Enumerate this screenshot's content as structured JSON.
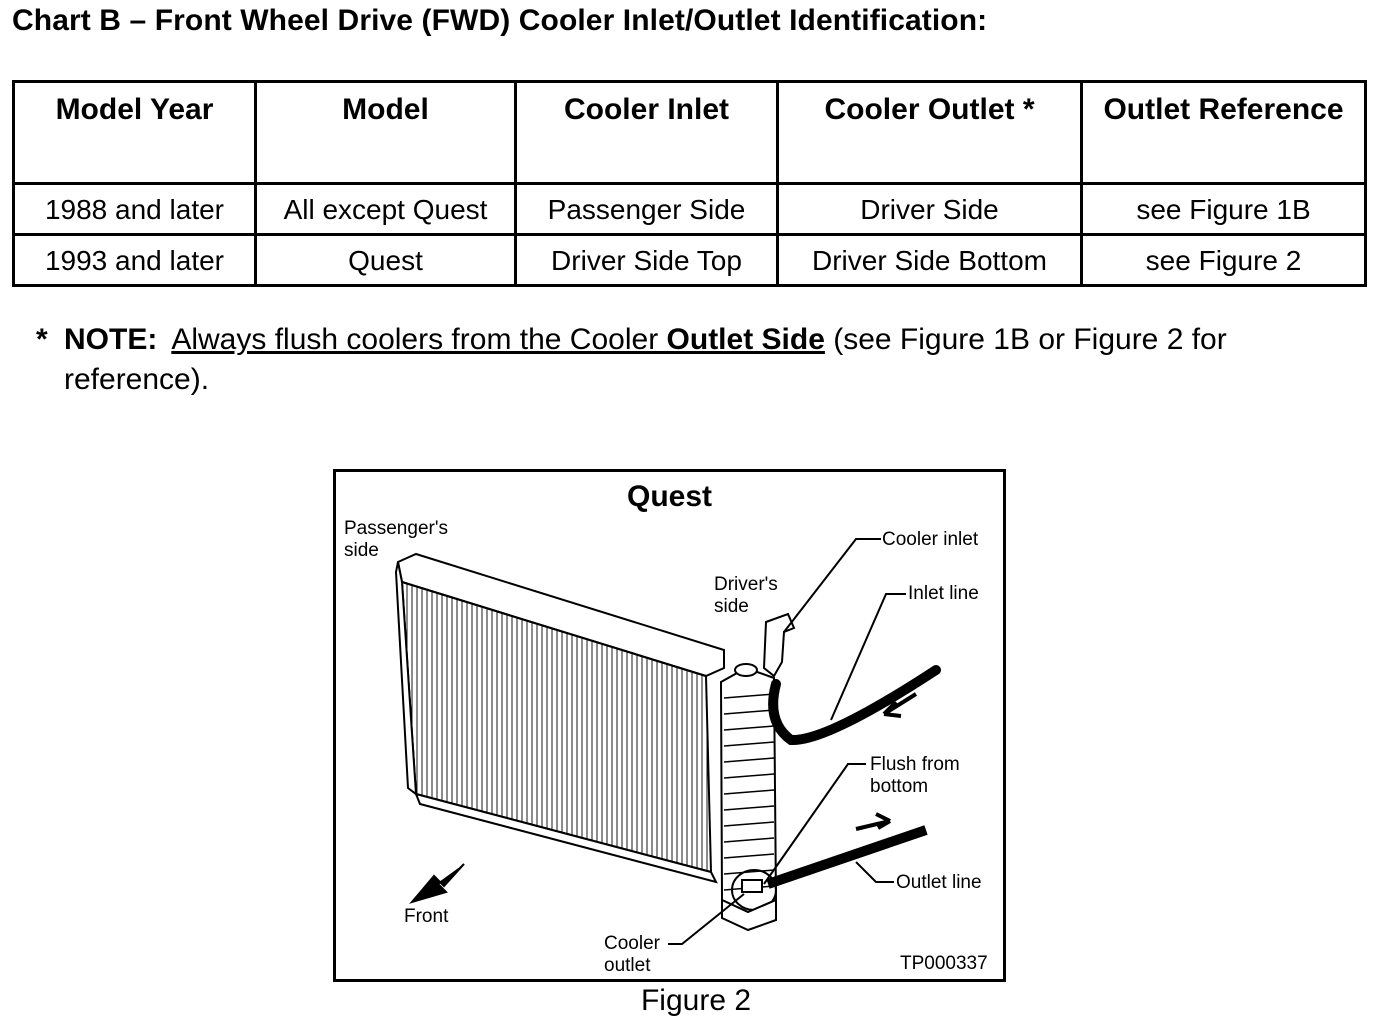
{
  "chart_title": "Chart B – Front Wheel Drive (FWD) Cooler Inlet/Outlet Identification:",
  "table": {
    "headers": [
      "Model Year",
      "Model",
      "Cooler Inlet",
      "Cooler Outlet *",
      "Outlet Reference"
    ],
    "rows": [
      [
        "1988 and later",
        "All except Quest",
        "Passenger Side",
        "Driver Side",
        "see Figure 1B"
      ],
      [
        "1993 and later",
        "Quest",
        "Driver Side Top",
        "Driver Side Bottom",
        "see Figure 2"
      ]
    ]
  },
  "note": {
    "star": "*",
    "lead": "NOTE:",
    "underlined_text": "Always flush coolers from the Cooler ",
    "underlined_bold": "Outlet Side",
    "trailing": " (see Figure 1B or Figure 2 for reference)."
  },
  "figure": {
    "title": "Quest",
    "labels": {
      "passenger_side": "Passenger's side",
      "drivers_side": "Driver's side",
      "cooler_inlet": "Cooler inlet",
      "inlet_line": "Inlet line",
      "flush_from_bottom": "Flush from bottom",
      "outlet_line": "Outlet line",
      "front": "Front",
      "cooler_outlet": "Cooler outlet",
      "code": "TP000337"
    },
    "caption": "Figure 2"
  }
}
